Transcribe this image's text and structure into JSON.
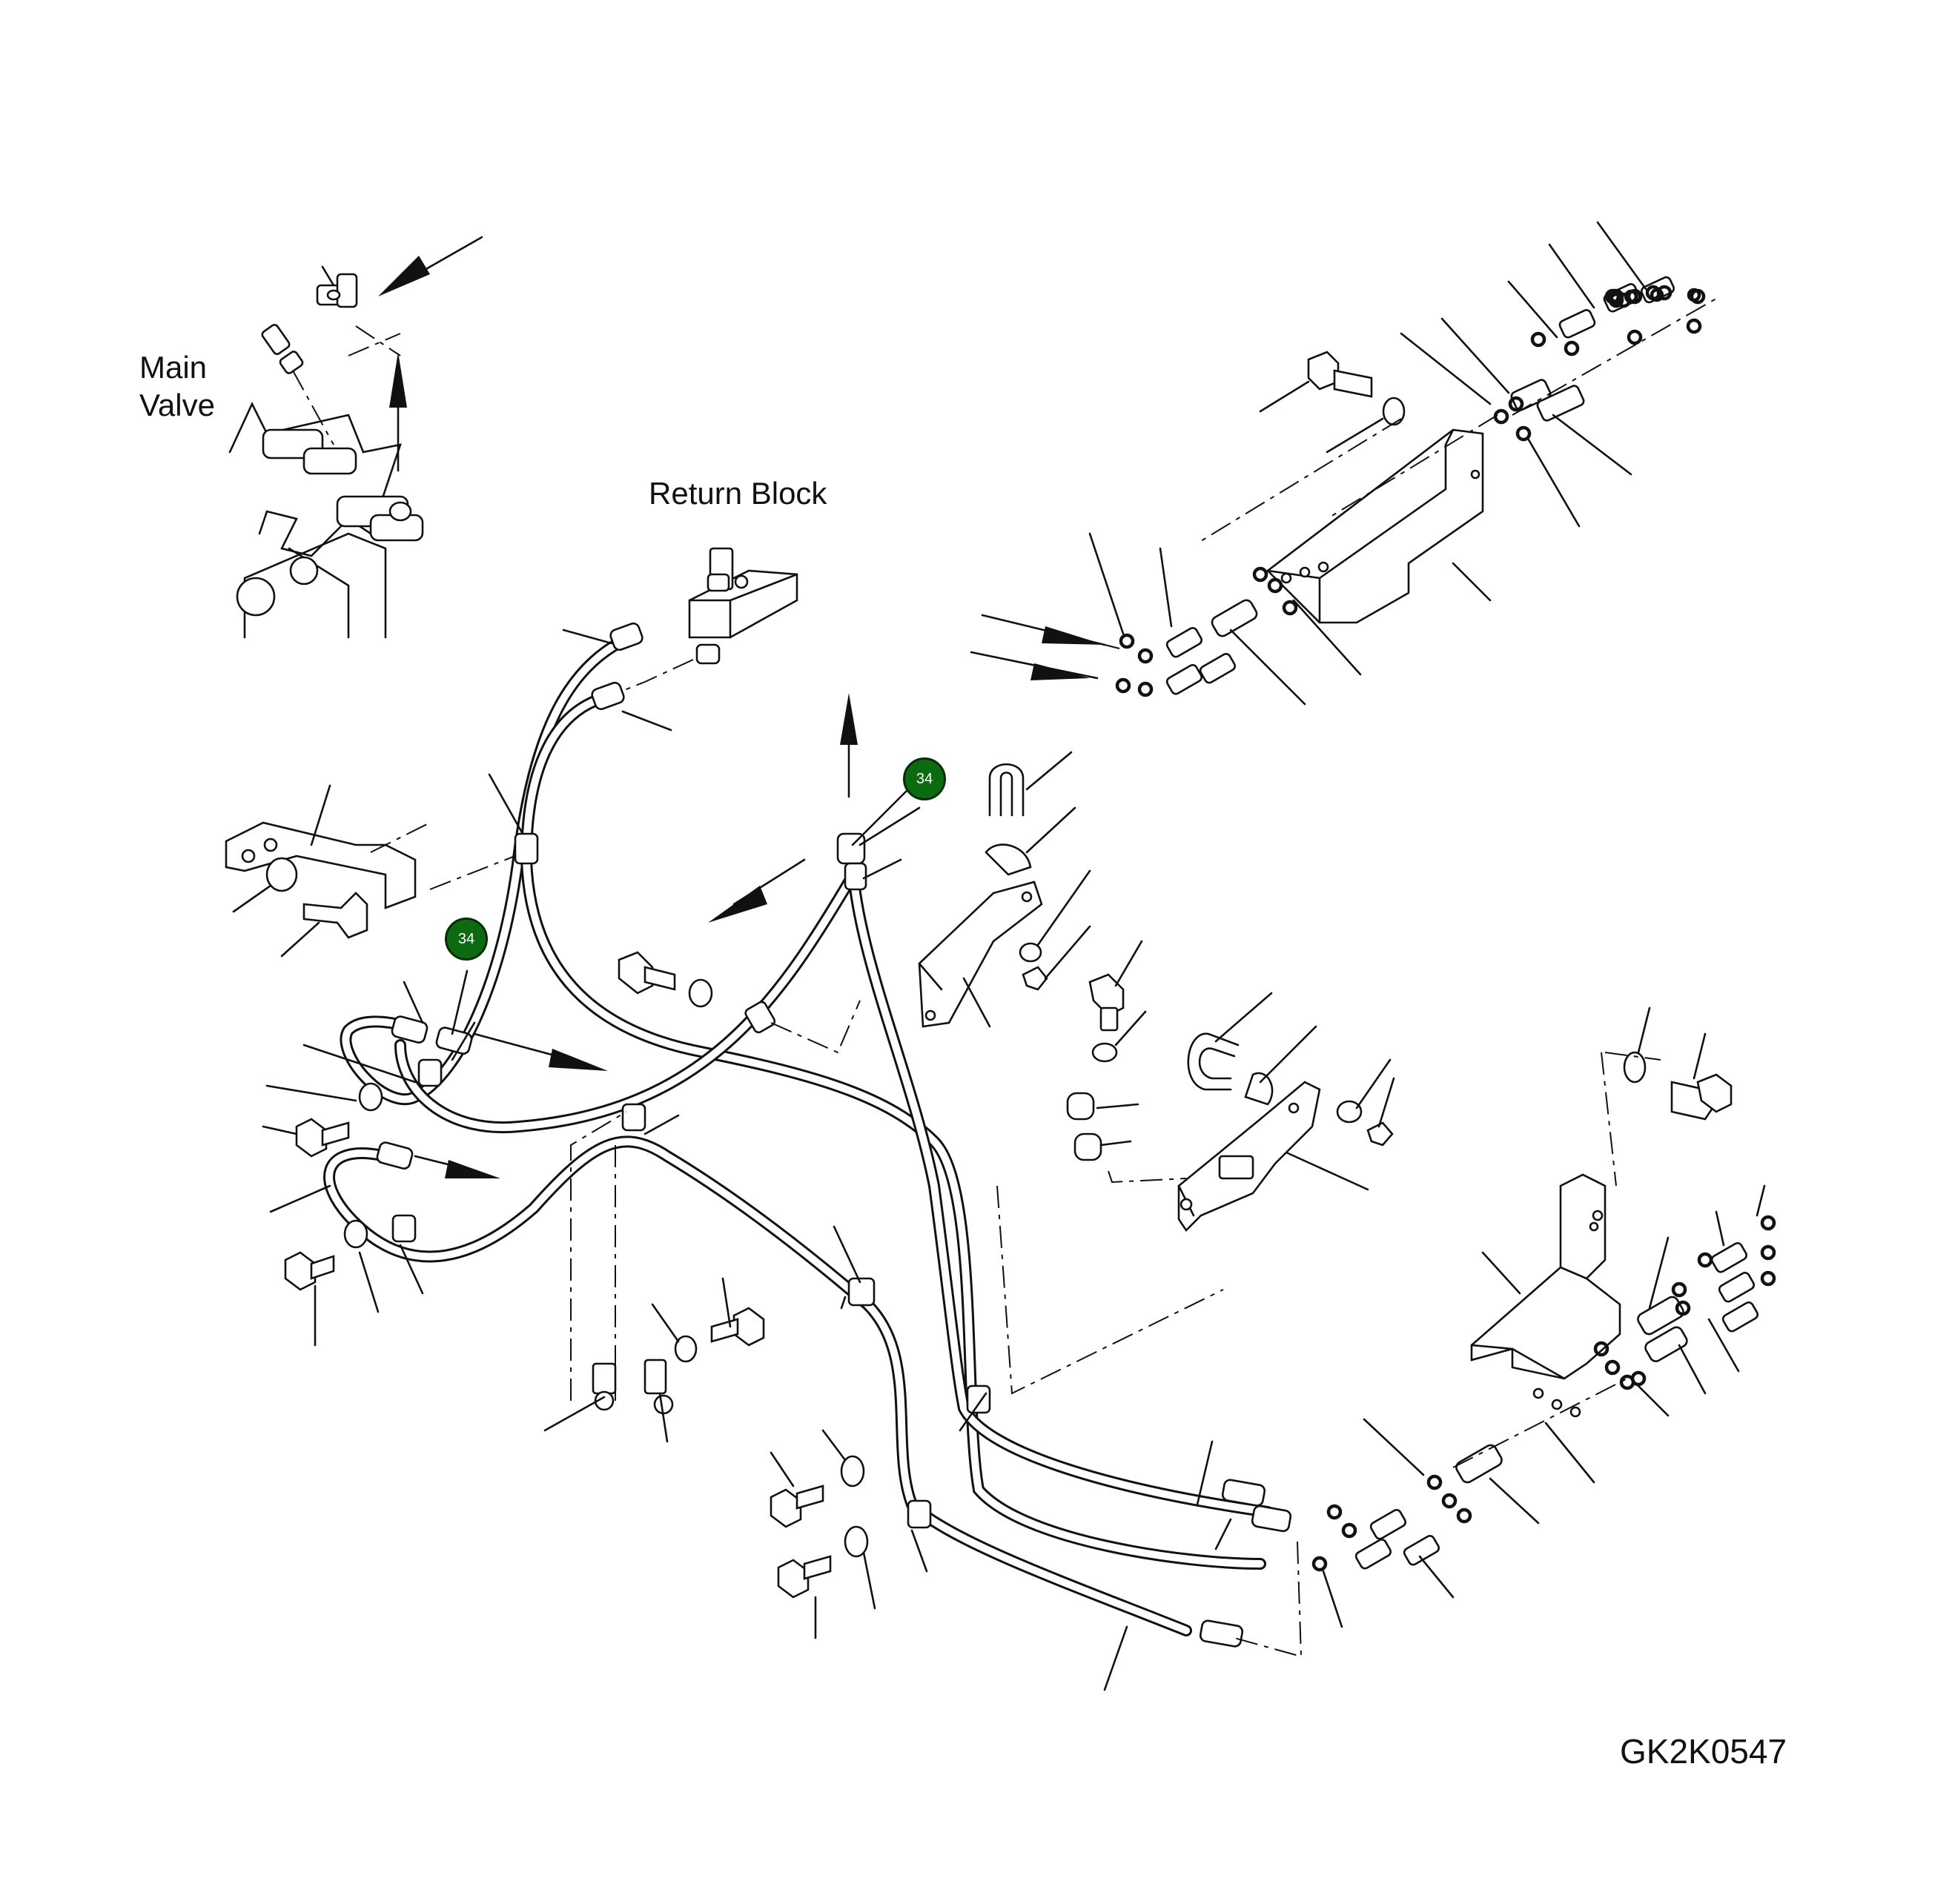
{
  "labels": {
    "main_valve": "Main\nValve",
    "return_block": "Return Block",
    "drawing_number": "GK2K0547"
  },
  "callouts": [
    {
      "number": "34"
    },
    {
      "number": "34"
    }
  ],
  "colors": {
    "line": "#111111",
    "callout_fill": "#0c6b10",
    "callout_text": "#ffffff",
    "background": "#ffffff"
  }
}
